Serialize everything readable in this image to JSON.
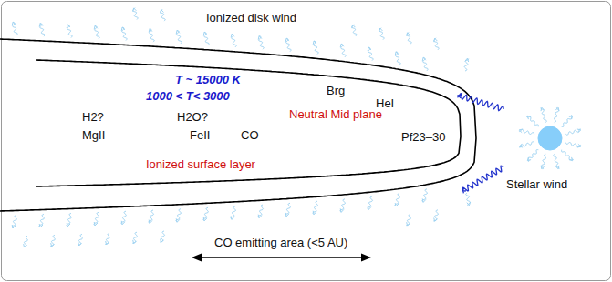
{
  "diagram": {
    "labels": [
      "Ionized disk wind",
      "T ~ 15000 K",
      "Brg",
      "1000 < T< 3000",
      "HeI",
      "Neutral Mid plane",
      "H2?",
      "H2O?",
      "Pf23–30",
      "MgII",
      "FeII",
      "CO",
      "Ionized surface layer",
      "Stellar wind",
      "CO emitting area (<5 AU)"
    ]
  }
}
